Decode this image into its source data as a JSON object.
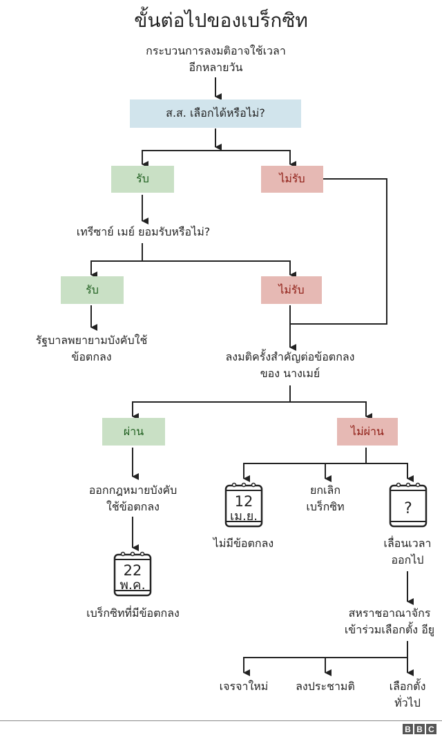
{
  "title": "ขั้นต่อไปของเบร็กซิท",
  "intro": [
    "กระบวนการลงมติอาจใช้เวลา",
    "อีกหลายวัน"
  ],
  "q1": "ส.ส. เลือกได้หรือไม่?",
  "q1_yes": "รับ",
  "q1_no": "ไม่รับ",
  "q2": "เทรีซาย์ เมย์ ยอมรับหรือไม่?",
  "q2_yes": "รับ",
  "q2_no": "ไม่รับ",
  "gov_enforce": [
    "รัฐบาลพยายามบังคับใช้",
    "ข้อตกลง"
  ],
  "meaningful_vote": [
    "ลงมติครั้งสำคัญต่อข้อตกลง",
    "ของ นางเมย์"
  ],
  "pass": "ผ่าน",
  "fail": "ไม่ผ่าน",
  "enact_law": [
    "ออกกฎหมายบังคับ",
    "ใช้ข้อตกลง"
  ],
  "cal_deal": {
    "day": "22",
    "month": "พ.ค."
  },
  "deal_brexit": "เบร็กซิทที่มีข้อตกลง",
  "cal_nodeal": {
    "day": "12",
    "month": "เม.ย."
  },
  "no_deal": "ไม่มีข้อตกลง",
  "cancel": [
    "ยกเลิก",
    "เบร็กซิท"
  ],
  "cal_delay": {
    "mark": "?"
  },
  "delay": [
    "เลื่อนเวลา",
    "ออกไป"
  ],
  "eu_elections": [
    "สหราชอาณาจักร",
    "เข้าร่วมเลือกตั้ง อียู"
  ],
  "outcomes": [
    "เจรจาใหม่",
    "ลงประชามติ"
  ],
  "general_election": [
    "เลือกตั้ง",
    "ทั่วไป"
  ],
  "logo": [
    "B",
    "B",
    "C"
  ],
  "colors": {
    "question": "#d1e4ec",
    "yes": "#c9e0c5",
    "no": "#e6b9b4",
    "yes_text": "#1e5e1e",
    "no_text": "#8e1c14"
  }
}
